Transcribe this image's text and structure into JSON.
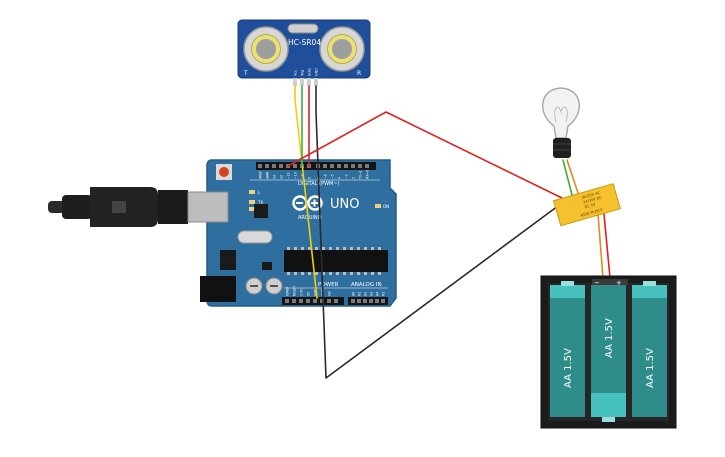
{
  "sensor": {
    "label_left": "HC-SR04",
    "mark_t": "T",
    "mark_r": "R",
    "pins": [
      "Vcc",
      "Trig",
      "Echo",
      "GND"
    ]
  },
  "arduino": {
    "header_top": [
      "AREF",
      "GND",
      "13",
      "12",
      "~11",
      "~10",
      "~9",
      "8",
      "7",
      "~6",
      "~5",
      "4",
      "~3",
      "2",
      "TX→1",
      "RX←0"
    ],
    "digital_label": "DIGITAL (PWM~)",
    "brand": "ARDUINO",
    "model": "UNO",
    "led_l": "L",
    "led_tx": "TX",
    "led_rx": "RX",
    "led_on": "ON",
    "power_label": "POWER",
    "analog_label": "ANALOG IN",
    "power_pins": [
      "IOREF",
      "RESET",
      "3.3V",
      "5V",
      "GND",
      "GND",
      "Vin"
    ],
    "analog_pins": [
      "A0",
      "A1",
      "A2",
      "A3",
      "A4",
      "A5"
    ]
  },
  "relay": {
    "line1": "3A/250 AC",
    "line2": "3A/30V DC",
    "line3": "DC 5V",
    "model": "KS2E-M-DC5"
  },
  "battery": {
    "cells": [
      "AA 1.5V",
      "AA 1.5V",
      "AA 1.5V"
    ],
    "minus": "−",
    "plus": "+"
  },
  "colors": {
    "board": "#2f6f9f",
    "board_dark": "#1f5a86",
    "wire_red": "#e02020",
    "wire_black": "#2a2a2a",
    "wire_yellow": "#f2cf00",
    "wire_green": "#3fae3f",
    "wire_orange": "#e08a1e",
    "battery_teal": "#3ba8a6",
    "relay_yellow": "#f5c12e"
  }
}
